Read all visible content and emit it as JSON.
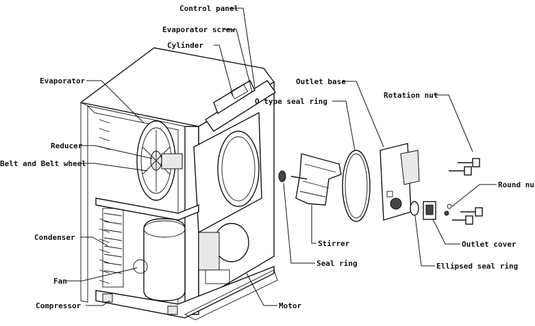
{
  "labels": {
    "control_panel": "Control panel",
    "evaporator_screw": "Evaporator screw",
    "cylinder": "Cylinder",
    "evaporator": "Evaporator",
    "outlet_base": "Outlet base",
    "rotation_nut": "Rotation nut",
    "o_type_seal_ring": "O type seal ring",
    "reducer": "Reducer",
    "belt_and_belt_wheel": "Belt and Belt wheel",
    "round_nut": "Round nut",
    "condenser": "Condenser",
    "stirrer": "Stirrer",
    "outlet_cover": "Outlet cover",
    "seal_ring": "Seal ring",
    "ellipsed_seal_ring": "Ellipsed seal ring",
    "fan": "Fan",
    "compressor": "Compressor",
    "motor": "Motor"
  }
}
